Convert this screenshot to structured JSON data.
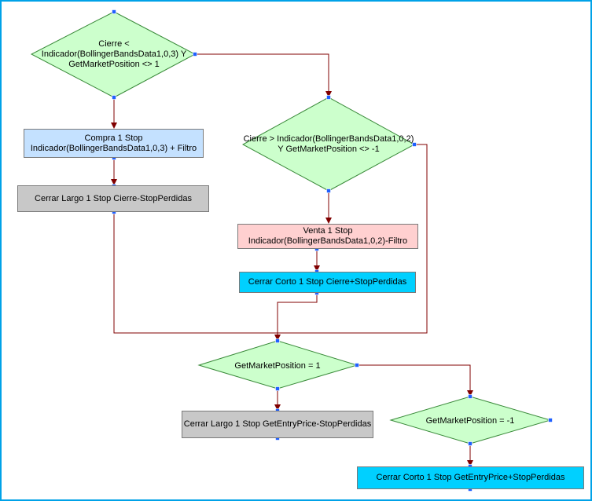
{
  "colors": {
    "frame_border": "#00a2e8",
    "decision_fill": "#ccffcc",
    "decision_stroke": "#3a8a3a",
    "buy_fill": "#c4e1ff",
    "sell_fill": "#ffd0d0",
    "close_long_fill": "#c8c8c8",
    "close_short_fill": "#00d0ff",
    "connector": "#800000",
    "port_fill": "#2060ff"
  },
  "nodes": {
    "decision_buy": "Cierre <\nIndicador(BollingerBandsData1,0,3) Y\nGetMarketPosition <> 1",
    "buy_stop": "Compra 1 Stop\nIndicador(BollingerBandsData1,0,3) + Filtro",
    "close_long_stop": "Cerrar Largo 1 Stop Cierre-StopPerdidas",
    "decision_sell": "Cierre > Indicador(BollingerBandsData1,0,2)\nY GetMarketPosition <> -1",
    "sell_stop": "Venta 1 Stop\nIndicador(BollingerBandsData1,0,2)-Filtro",
    "close_short_stop": "Cerrar Corto 1 Stop Cierre+StopPerdidas",
    "decision_pos_long": "GetMarketPosition = 1",
    "close_long_entry": "Cerrar Largo 1 Stop GetEntryPrice-StopPerdidas",
    "decision_pos_short": "GetMarketPosition = -1",
    "close_short_entry": "Cerrar Corto 1 Stop GetEntryPrice+StopPerdidas"
  }
}
